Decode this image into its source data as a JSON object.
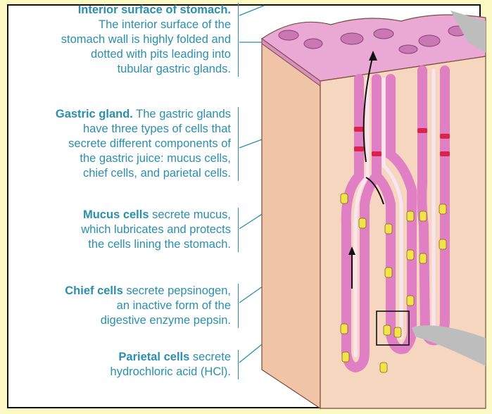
{
  "labels": {
    "interior": {
      "title": "Interior surface of stomach.",
      "lines": [
        "The interior surface of the",
        "stomach wall is highly folded and",
        "dotted with pits leading into",
        "tubular gastric glands."
      ]
    },
    "gland": {
      "title": "Gastric gland.",
      "title_tail": " The gastric glands",
      "lines": [
        "have three types of cells that",
        "secrete different components of",
        "the gastric juice: mucus cells,",
        "chief cells, and parietal cells."
      ]
    },
    "mucus": {
      "title": "Mucus cells",
      "title_tail": " secrete mucus,",
      "lines": [
        "which lubricates and protects",
        "the cells lining the stomach."
      ]
    },
    "chief": {
      "title": "Chief cells",
      "title_tail": " secrete pepsinogen,",
      "lines": [
        "an inactive form of the",
        "digestive enzyme pepsin."
      ]
    },
    "parietal": {
      "title": "Parietal cells",
      "title_tail": " secrete",
      "lines": [
        "hydrochloric acid (HCl)."
      ]
    }
  },
  "colors": {
    "background": "#fdf9c4",
    "label_text": "#2a8fae",
    "tissue": "#f3cfb6",
    "surface": "#e9a7d3",
    "gland_cells": "#e07fc4",
    "chief_cells": "#f3e24a",
    "parietal_cells": "#d9234d",
    "arrow_gray": "#b8b8b8"
  }
}
